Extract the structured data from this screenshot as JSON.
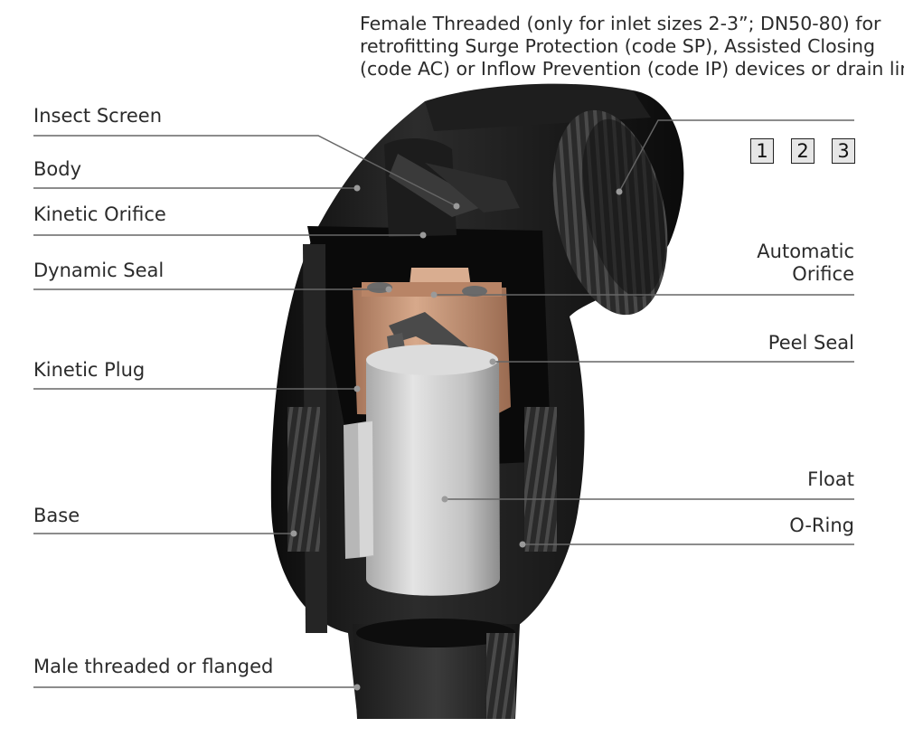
{
  "note": {
    "lines": [
      "Female Threaded (only for inlet sizes 2-3”; DN50-80) for",
      "retrofitting Surge Protection (code SP), Assisted Closing",
      "(code AC) or Inflow Prevention (code IP) devices or drain lines."
    ]
  },
  "options": [
    "1",
    "2",
    "3"
  ],
  "labels": {
    "insect_screen": "Insect Screen",
    "body": "Body",
    "kinetic_orifice": "Kinetic Orifice",
    "dynamic_seal": "Dynamic Seal",
    "kinetic_plug": "Kinetic Plug",
    "base": "Base",
    "male_threaded": "Male threaded or flanged",
    "automatic_orifice_1": "Automatic",
    "automatic_orifice_2": "Orifice",
    "peel_seal": "Peel Seal",
    "float": "Float",
    "o_ring": "O-Ring"
  },
  "colors": {
    "body": "#151515",
    "plug": "#c7977a",
    "float": "#c9c9c9",
    "leader": "#666666"
  }
}
